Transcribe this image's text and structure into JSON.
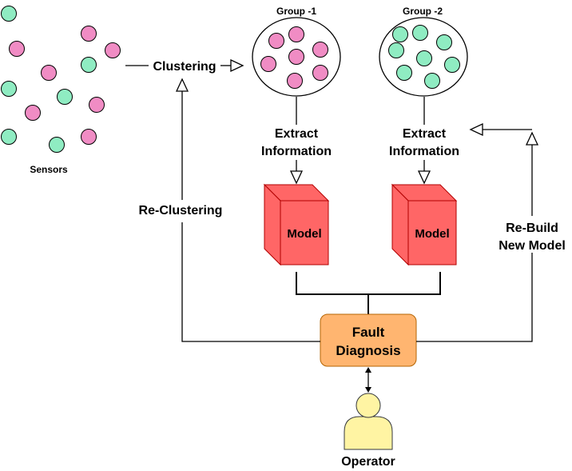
{
  "labels": {
    "sensors": "Sensors",
    "clustering": "Clustering",
    "group1": "Group -1",
    "group2": "Group -2",
    "extract1_line1": "Extract",
    "extract1_line2": "Information",
    "extract2_line1": "Extract",
    "extract2_line2": "Information",
    "model1": "Model",
    "model2": "Model",
    "reclustering": "Re-Clustering",
    "rebuild_line1": "Re-Build",
    "rebuild_line2": "New Model",
    "fault_line1": "Fault",
    "fault_line2": "Diagnosis",
    "operator": "Operator"
  },
  "colors": {
    "pink_sensor": "#F08CC4",
    "green_sensor": "#8FECC2",
    "model_fill": "#FF6666",
    "model_stroke": "#B20000",
    "fault_fill": "#FFB570",
    "fault_stroke": "#B46504",
    "operator_fill": "#FFF4A3",
    "operator_stroke": "#36393D"
  }
}
